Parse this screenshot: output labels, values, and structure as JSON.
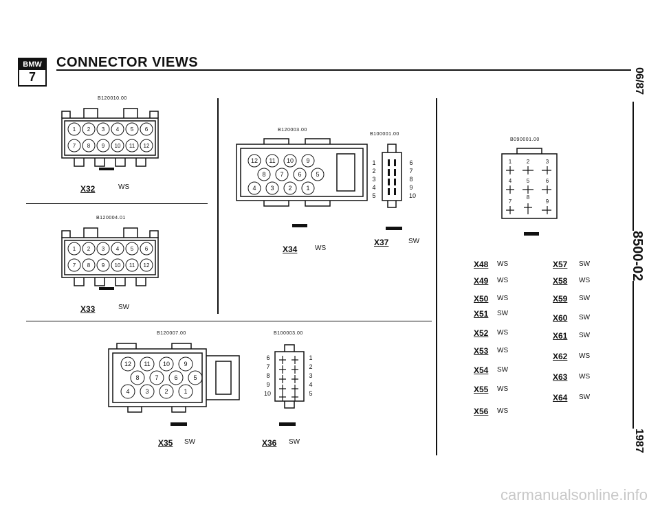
{
  "header": {
    "logo_top": "BMW",
    "logo_bottom": "7",
    "title": "CONNECTOR VIEWS"
  },
  "side": {
    "date": "06/87",
    "code": "8500-02",
    "year": "1987"
  },
  "connectors": {
    "x32": {
      "part": "B120010.00",
      "name": "X32",
      "color": "WS"
    },
    "x33": {
      "part": "B120004.01",
      "name": "X33",
      "color": "SW"
    },
    "x34": {
      "part": "B120003.00",
      "name": "X34",
      "color": "WS"
    },
    "x37": {
      "part": "B100001.00",
      "name": "X37",
      "color": "SW"
    },
    "x35": {
      "part": "B120007.00",
      "name": "X35",
      "color": "SW"
    },
    "x36": {
      "part": "B100003.00",
      "name": "X36",
      "color": "SW"
    },
    "b090": {
      "part": "B090001.00"
    }
  },
  "pins": {
    "twelve_top": [
      "1",
      "2",
      "3",
      "4",
      "5",
      "6"
    ],
    "twelve_bottom": [
      "7",
      "8",
      "9",
      "10",
      "11",
      "12"
    ],
    "x34_row1": [
      "12",
      "11",
      "10",
      "9"
    ],
    "x34_row2": [
      "8",
      "7",
      "6",
      "5"
    ],
    "x34_row3": [
      "4",
      "3",
      "2",
      "1"
    ],
    "x37_left": [
      "1",
      "2",
      "3",
      "4",
      "5"
    ],
    "x37_right": [
      "6",
      "7",
      "8",
      "9",
      "10"
    ],
    "x36_left": [
      "6",
      "7",
      "8",
      "9",
      "10"
    ],
    "x36_right": [
      "1",
      "2",
      "3",
      "4",
      "5"
    ],
    "b090": [
      "1",
      "2",
      "3",
      "4",
      "5",
      "6",
      "7",
      "8",
      "9"
    ]
  },
  "list_left": [
    {
      "name": "X48",
      "color": "WS"
    },
    {
      "name": "X49",
      "color": "WS"
    },
    {
      "name": "X50",
      "color": "WS"
    },
    {
      "name": "X51",
      "color": "SW"
    },
    {
      "name": "X52",
      "color": "WS"
    },
    {
      "name": "X53",
      "color": "WS"
    },
    {
      "name": "X54",
      "color": "SW"
    },
    {
      "name": "X55",
      "color": "WS"
    },
    {
      "name": "X56",
      "color": "WS"
    }
  ],
  "list_right": [
    {
      "name": "X57",
      "color": "SW"
    },
    {
      "name": "X58",
      "color": "WS"
    },
    {
      "name": "X59",
      "color": "SW"
    },
    {
      "name": "X60",
      "color": "SW"
    },
    {
      "name": "X61",
      "color": "SW"
    },
    {
      "name": "X62",
      "color": "WS"
    },
    {
      "name": "X63",
      "color": "WS"
    },
    {
      "name": "X64",
      "color": "SW"
    }
  ],
  "watermark": "carmanualsonline.info"
}
